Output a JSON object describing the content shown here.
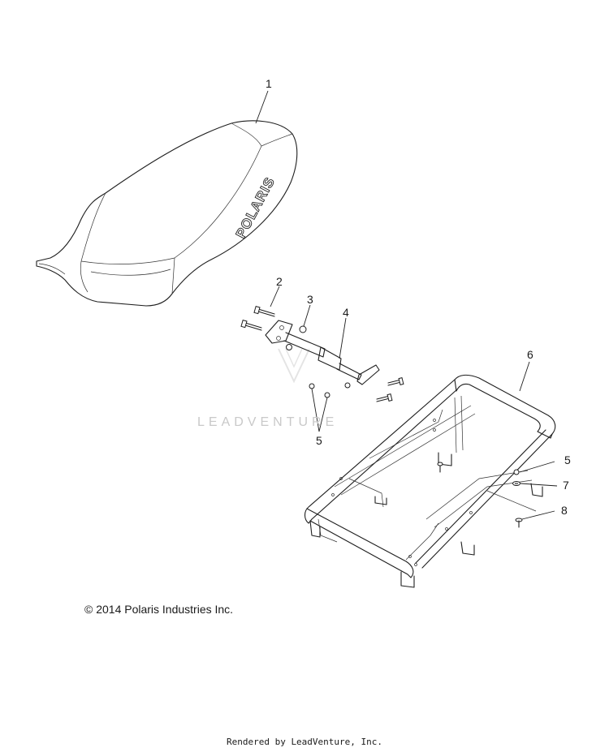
{
  "callouts": {
    "c1": "1",
    "c2": "2",
    "c3": "3",
    "c4": "4",
    "c5a": "5",
    "c5b": "5",
    "c6": "6",
    "c7": "7",
    "c8": "8"
  },
  "watermark": "LEADVENTURE",
  "copyright": "© 2014 Polaris Industries Inc.",
  "rendered_by": "Rendered by LeadVenture, Inc.",
  "seat_brand": "POLARIS"
}
